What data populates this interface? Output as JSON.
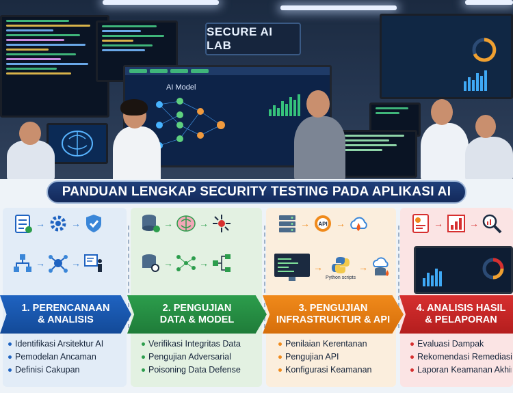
{
  "scene": {
    "sign": "SECURE AI LAB",
    "main_screen_title": "AI Model"
  },
  "banner": {
    "title": "PANDUAN LENGKAP SECURITY TESTING PADA APLIKASI AI"
  },
  "steps": [
    {
      "line1": "1. PERENCANAAN",
      "line2": "& ANALISIS",
      "bullets": [
        "Identifikasi Arsitektur AI",
        "Pemodelan Ancaman",
        "Definisi Cakupan"
      ]
    },
    {
      "line1": "2. PENGUJIAN",
      "line2": "DATA & MODEL",
      "bullets": [
        "Verifikasi Integritas Data",
        "Pengujian Adversarial",
        "Poisoning Data Defense"
      ]
    },
    {
      "line1": "3. PENGUJIAN",
      "line2": "INFRASTRUKTUR & API",
      "bullets": [
        "Penilaian Kerentanan",
        "Pengujian API",
        "Konfigurasi Keamanan"
      ]
    },
    {
      "line1": "4. ANALISIS HASIL",
      "line2": "& PELAPORAN",
      "bullets": [
        "Evaluasi Dampak",
        "Rekomendasi Remediasi",
        "Laporan Keamanan Akhir"
      ]
    }
  ],
  "icons": {
    "step1": [
      "checklist-icon",
      "gear-icon",
      "shield-check-icon",
      "cube-network-icon",
      "network-node-icon",
      "presenter-icon"
    ],
    "step2": [
      "database-gear-icon",
      "brain-icon",
      "target-arrows-icon",
      "database-search-icon",
      "neural-network-icon",
      "flowchart-icon"
    ],
    "step3": [
      "server-icon",
      "api-gear-icon",
      "cloud-fire-icon",
      "terminal-icon",
      "python-scripts-icon",
      "cloud-db-fire-icon"
    ],
    "step4": [
      "report-icon",
      "bar-chart-icon",
      "magnifier-chart-icon",
      "dashboard-monitor-icon"
    ]
  },
  "labels": {
    "python_scripts": "Python scripts",
    "api": "API"
  },
  "colors": {
    "step1": "#1f63c1",
    "step2": "#2c9d4c",
    "step3": "#f08a1b",
    "step4": "#d62f2f",
    "banner": "#13295a"
  }
}
